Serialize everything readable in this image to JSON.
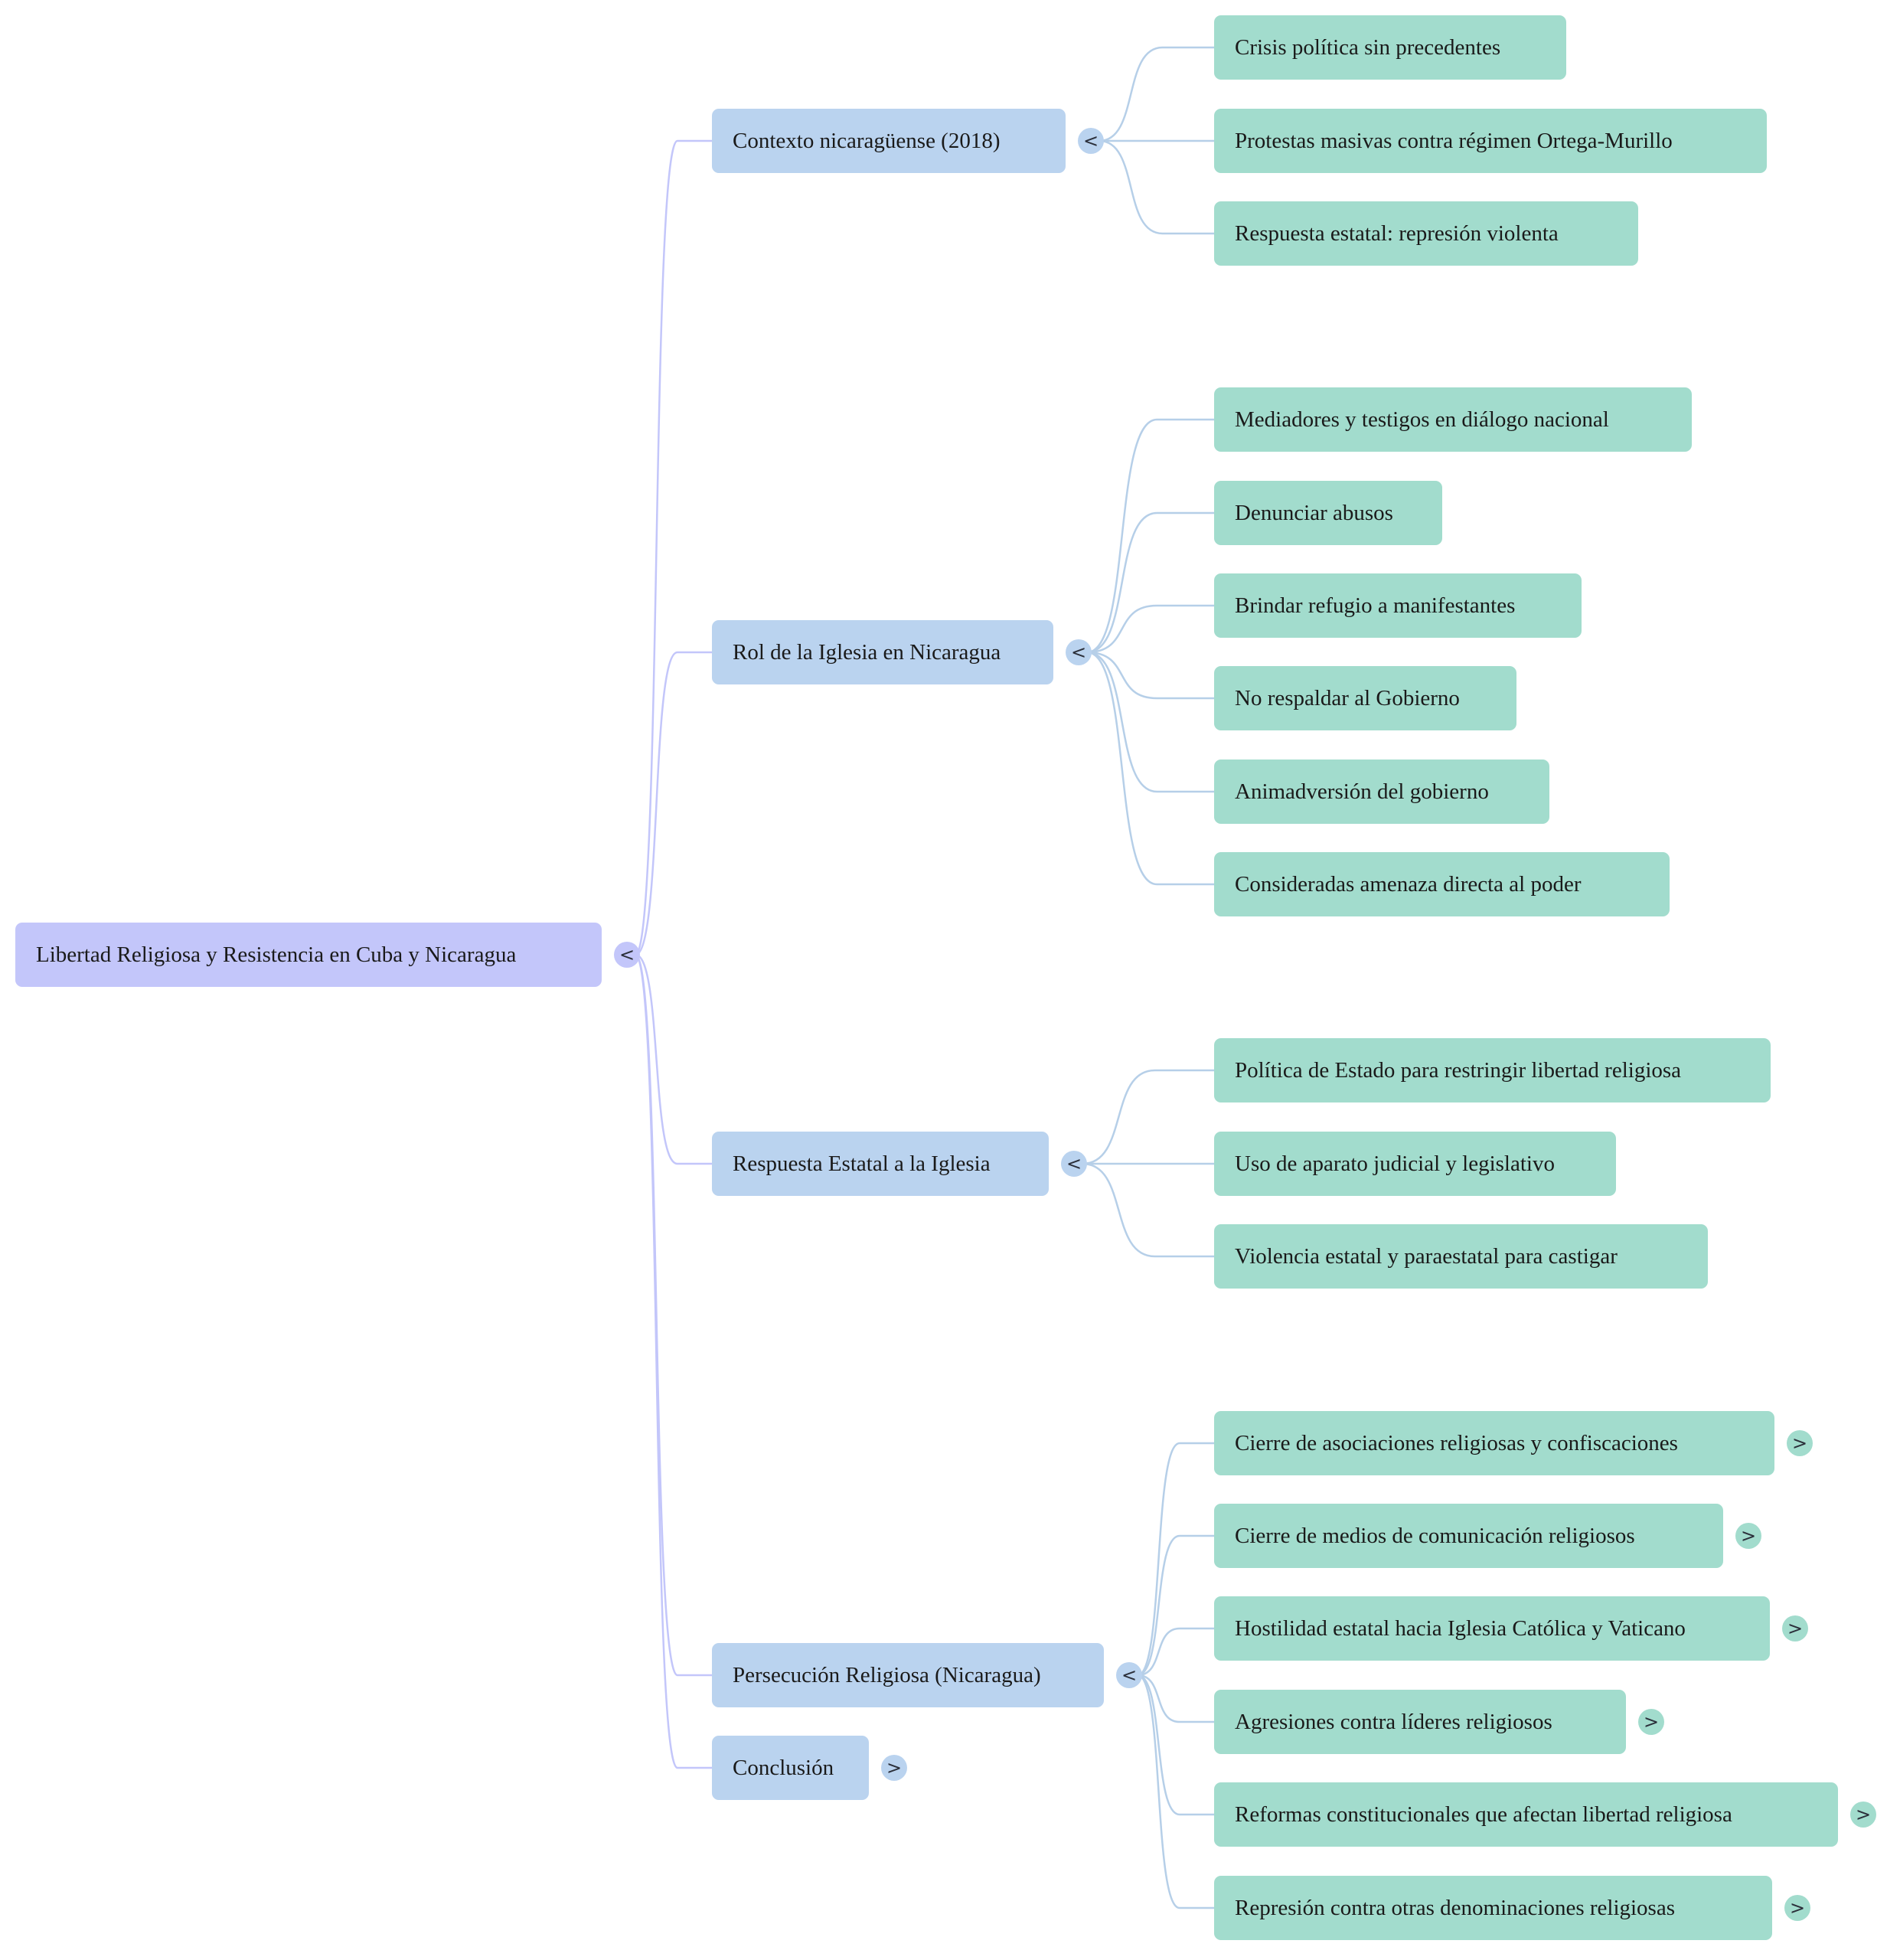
{
  "mindmap": {
    "root": {
      "label": "Libertad Religiosa y Resistencia en Cuba y Nicaragua",
      "toggle": "<",
      "children": [
        {
          "label": "Contexto nicaragüense (2018)",
          "toggle": "<",
          "children": [
            {
              "label": "Crisis política sin precedentes"
            },
            {
              "label": "Protestas masivas contra régimen Ortega-Murillo"
            },
            {
              "label": "Respuesta estatal: represión violenta"
            }
          ]
        },
        {
          "label": "Rol de la Iglesia en Nicaragua",
          "toggle": "<",
          "children": [
            {
              "label": "Mediadores y testigos en diálogo nacional"
            },
            {
              "label": "Denunciar abusos"
            },
            {
              "label": "Brindar refugio a manifestantes"
            },
            {
              "label": "No respaldar al Gobierno"
            },
            {
              "label": "Animadversión del gobierno"
            },
            {
              "label": "Consideradas amenaza directa al poder"
            }
          ]
        },
        {
          "label": "Respuesta Estatal a la Iglesia",
          "toggle": "<",
          "children": [
            {
              "label": "Política de Estado para restringir libertad religiosa"
            },
            {
              "label": "Uso de aparato judicial y legislativo"
            },
            {
              "label": "Violencia estatal y paraestatal para castigar"
            }
          ]
        },
        {
          "label": "Persecución Religiosa (Nicaragua)",
          "toggle": "<",
          "children": [
            {
              "label": "Cierre de asociaciones religiosas y confiscaciones",
              "toggle": ">"
            },
            {
              "label": "Cierre de medios de comunicación religiosos",
              "toggle": ">"
            },
            {
              "label": "Hostilidad estatal hacia Iglesia Católica y Vaticano",
              "toggle": ">"
            },
            {
              "label": "Agresiones contra líderes religiosos",
              "toggle": ">"
            },
            {
              "label": "Reformas constitucionales que afectan libertad religiosa",
              "toggle": ">"
            },
            {
              "label": "Represión contra otras denominaciones religiosas",
              "toggle": ">"
            }
          ]
        },
        {
          "label": "Conclusión",
          "toggle": ">",
          "children": []
        }
      ]
    },
    "colors": {
      "root": "#c3c6fa",
      "branch": "#bad3ef",
      "leaf": "#a2dccd",
      "root_link": "#c3c6fa",
      "branch_link": "#b6cfe8"
    }
  }
}
